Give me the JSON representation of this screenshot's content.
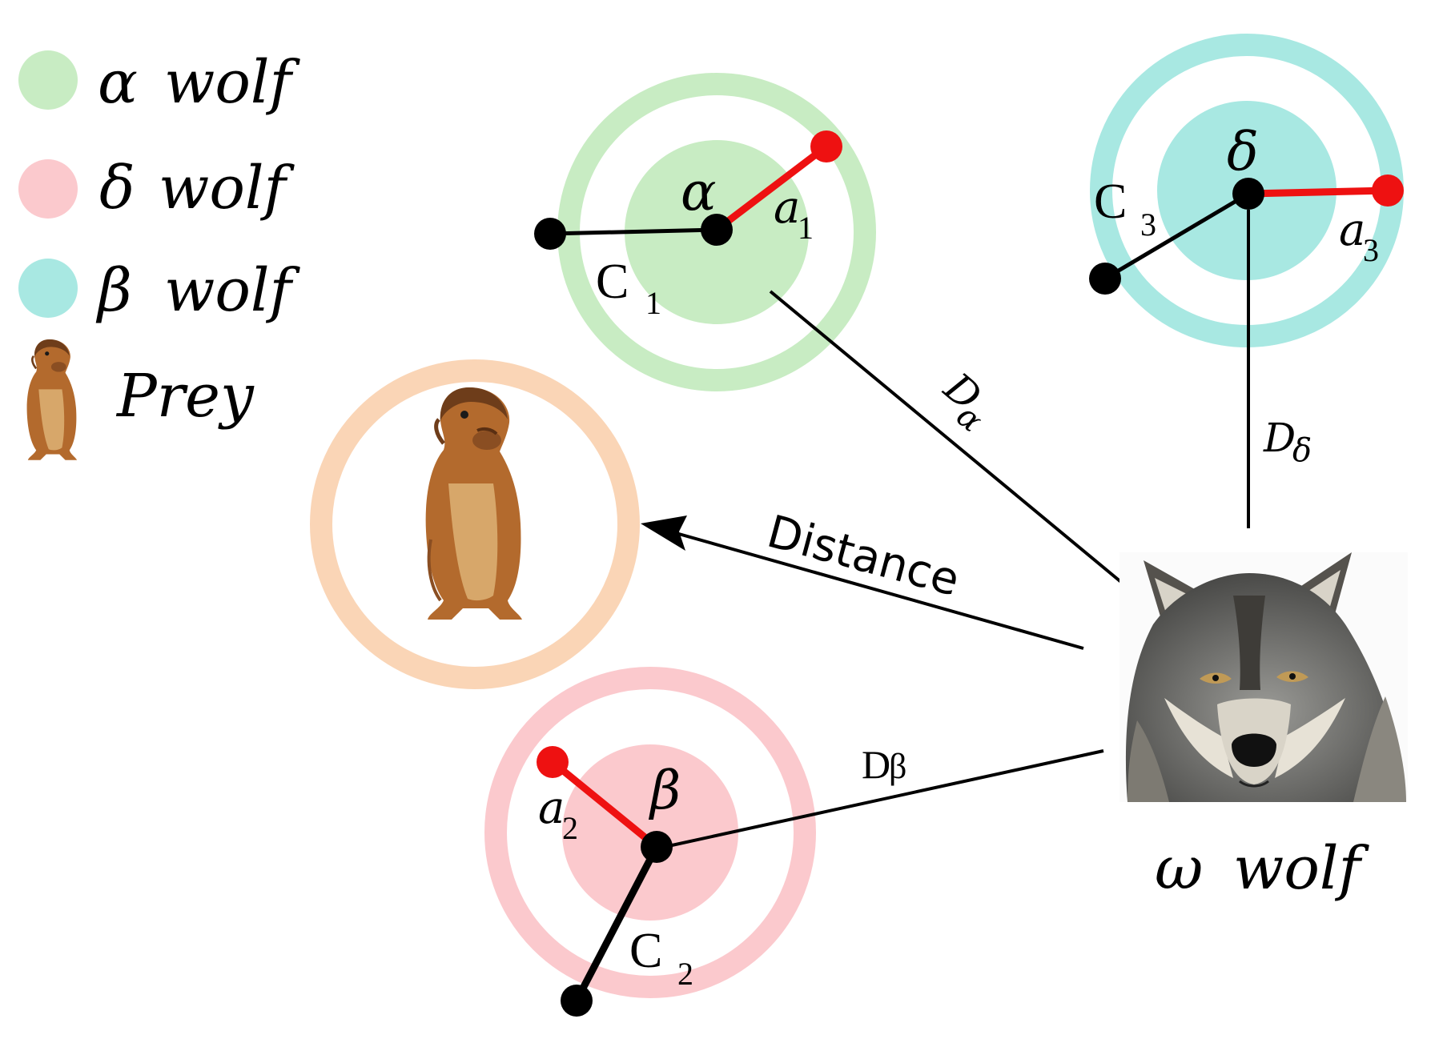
{
  "legend": {
    "items": [
      {
        "symbol": "α",
        "label": "wolf",
        "color": "#c8ecc3"
      },
      {
        "symbol": "δ",
        "label": "wolf",
        "color": "#fbc9cd"
      },
      {
        "symbol": "β",
        "label": "wolf",
        "color": "#a8e8e2"
      }
    ],
    "prey_label": "Prey"
  },
  "nodes": {
    "alpha": {
      "symbol": "α",
      "c_label": "C",
      "c_sub": "1",
      "a_label": "a",
      "a_sub": "1",
      "ring_color": "#c8ecc3"
    },
    "delta": {
      "symbol": "δ",
      "c_label": "C",
      "c_sub": "3",
      "a_label": "a",
      "a_sub": "3",
      "ring_color": "#a8e8e2"
    },
    "beta": {
      "symbol": "β",
      "c_label": "C",
      "c_sub": "2",
      "a_label": "a",
      "a_sub": "2",
      "ring_color": "#fbc9cd"
    }
  },
  "prey_ring_color": "#fad5b6",
  "edges": {
    "d_alpha": {
      "main": "D",
      "sub": "α"
    },
    "d_delta": {
      "main": "D",
      "sub": "δ"
    },
    "d_beta": {
      "main": "D",
      "sub": "β"
    },
    "distance": "Distance"
  },
  "omega": {
    "symbol": "ω",
    "label": "wolf"
  },
  "colors": {
    "vector_red": "#ee1111",
    "point_black": "#000000"
  },
  "icons": {
    "prey": "prairie-dog-icon",
    "omega_wolf": "wolf-face-icon"
  }
}
